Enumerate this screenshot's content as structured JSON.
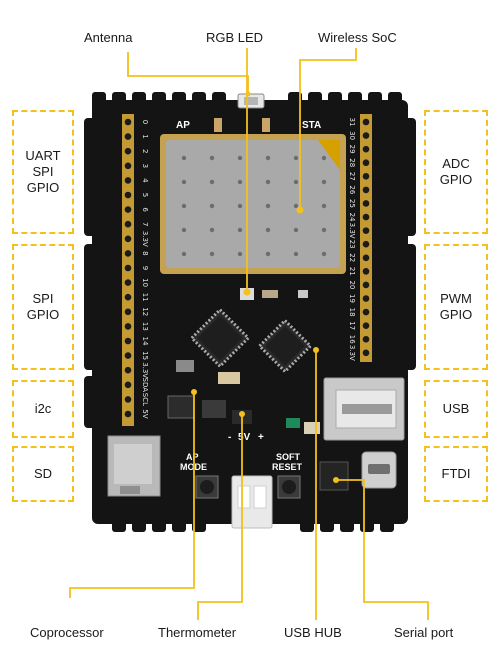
{
  "colors": {
    "accent": "#f3c01c",
    "board": "#141414",
    "header": "#d1a634",
    "module": "#a9a9a9"
  },
  "top_labels": {
    "antenna": "Antenna",
    "rgb_led": "RGB LED",
    "wireless_soc": "Wireless SoC"
  },
  "left_boxes": [
    "UART\nSPI\nGPIO",
    "SPI\nGPIO",
    "i2c",
    "SD"
  ],
  "right_boxes": [
    "ADC\nGPIO",
    "PWM\nGPIO",
    "USB",
    "FTDI"
  ],
  "bottom_labels": {
    "coprocessor": "Coprocessor",
    "thermometer": "Thermometer",
    "usb_hub": "USB HUB",
    "serial_port": "Serial port"
  },
  "silkscreen": {
    "ap": "AP",
    "sta": "STA",
    "ap_mode": "AP\nMODE",
    "soft_reset": "SOFT\nRESET",
    "five_v": "5V",
    "plus": "+",
    "minus": "-",
    "left_pins": [
      "0",
      "1",
      "2",
      "3",
      "4",
      "5",
      "6",
      "7",
      "3.3V",
      "8",
      "9",
      "10",
      "11",
      "12",
      "13",
      "14",
      "15",
      "3.3V",
      "SDA",
      "SCL",
      "5V"
    ],
    "right_pins": [
      "31",
      "30",
      "29",
      "28",
      "27",
      "26",
      "25",
      "24",
      "3.3V",
      "23",
      "22",
      "21",
      "20",
      "19",
      "18",
      "17",
      "16",
      "3.3V"
    ]
  }
}
